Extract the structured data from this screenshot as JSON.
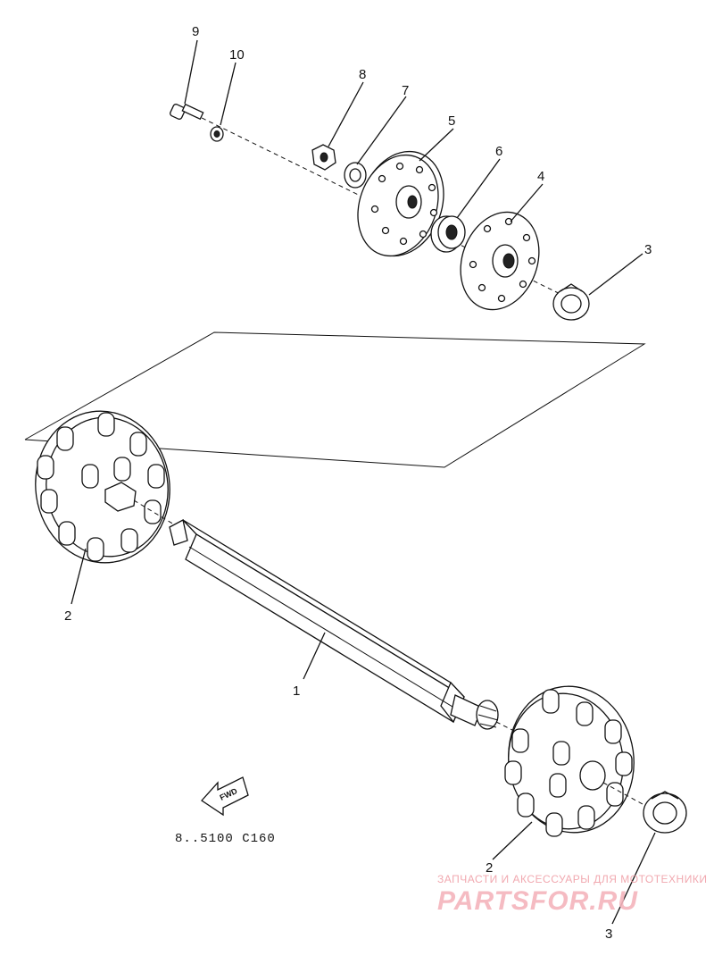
{
  "callouts": [
    {
      "id": "label-1",
      "text": "1"
    },
    {
      "id": "label-2a",
      "text": "2"
    },
    {
      "id": "label-2b",
      "text": "2"
    },
    {
      "id": "label-3a",
      "text": "3"
    },
    {
      "id": "label-3b",
      "text": "3"
    },
    {
      "id": "label-4",
      "text": "4"
    },
    {
      "id": "label-5",
      "text": "5"
    },
    {
      "id": "label-6",
      "text": "6"
    },
    {
      "id": "label-7",
      "text": "7"
    },
    {
      "id": "label-8",
      "text": "8"
    },
    {
      "id": "label-9",
      "text": "9"
    },
    {
      "id": "label-10",
      "text": "10"
    }
  ],
  "diagram_code": "8..5100 C160",
  "fwd_label": "FWD",
  "watermark": {
    "tagline": "ЗАПЧАСТИ И АКСЕССУАРЫ ДЛЯ МОТОТЕХНИКИ",
    "logo": "PARTSFOR.RU"
  }
}
